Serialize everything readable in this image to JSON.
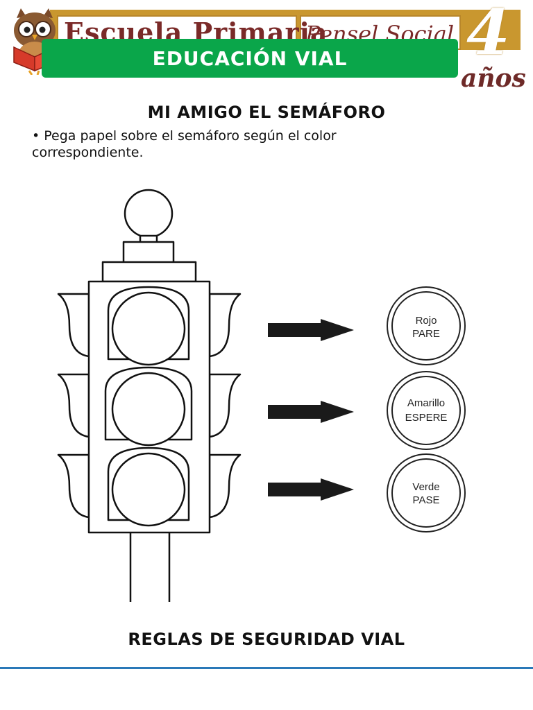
{
  "header": {
    "school_name": "Escuela Primaria",
    "school_sub": "Pensel Social",
    "age_number": "4",
    "age_unit": "años"
  },
  "banner": {
    "title": "EDUCACIÓN VIAL"
  },
  "activity": {
    "title": "MI AMIGO EL SEMÁFORO",
    "instruction": "• Pega papel sobre el semáforo según el color correspondiente."
  },
  "lights": [
    {
      "color_name": "Rojo",
      "action": "PARE"
    },
    {
      "color_name": "Amarillo",
      "action": "ESPERE"
    },
    {
      "color_name": "Verde",
      "action": "PASE"
    }
  ],
  "footer": {
    "title": "REGLAS DE SEGURIDAD VIAL"
  },
  "colors": {
    "banner": "#0aa64a",
    "header_gold": "#c9972f",
    "header_text": "#7a2a28",
    "footer_line": "#2a79b8"
  }
}
